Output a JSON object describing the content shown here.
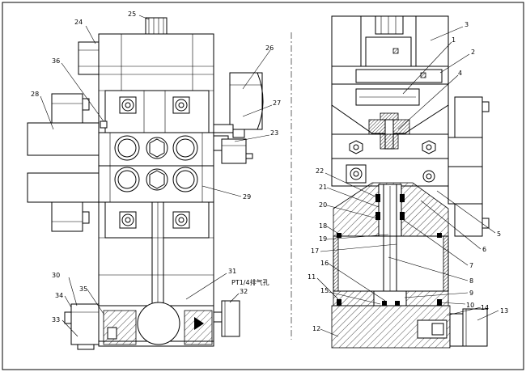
{
  "callouts_left": [
    {
      "label": "24"
    },
    {
      "label": "25"
    },
    {
      "label": "26"
    },
    {
      "label": "36"
    },
    {
      "label": "28"
    },
    {
      "label": "27"
    },
    {
      "label": "23"
    },
    {
      "label": "29"
    },
    {
      "label": "31"
    },
    {
      "label": "30"
    },
    {
      "label": "35"
    },
    {
      "label": "34"
    },
    {
      "label": "33"
    },
    {
      "label": "32"
    }
  ],
  "pipe_note": "PT1/4排气孔",
  "callouts_right": [
    {
      "label": "3"
    },
    {
      "label": "1"
    },
    {
      "label": "2"
    },
    {
      "label": "4"
    },
    {
      "label": "22"
    },
    {
      "label": "21"
    },
    {
      "label": "20"
    },
    {
      "label": "18"
    },
    {
      "label": "19"
    },
    {
      "label": "17"
    },
    {
      "label": "16"
    },
    {
      "label": "11"
    },
    {
      "label": "15"
    },
    {
      "label": "12"
    },
    {
      "label": "5"
    },
    {
      "label": "6"
    },
    {
      "label": "7"
    },
    {
      "label": "8"
    },
    {
      "label": "9"
    },
    {
      "label": "10"
    },
    {
      "label": "14"
    },
    {
      "label": "13"
    }
  ]
}
